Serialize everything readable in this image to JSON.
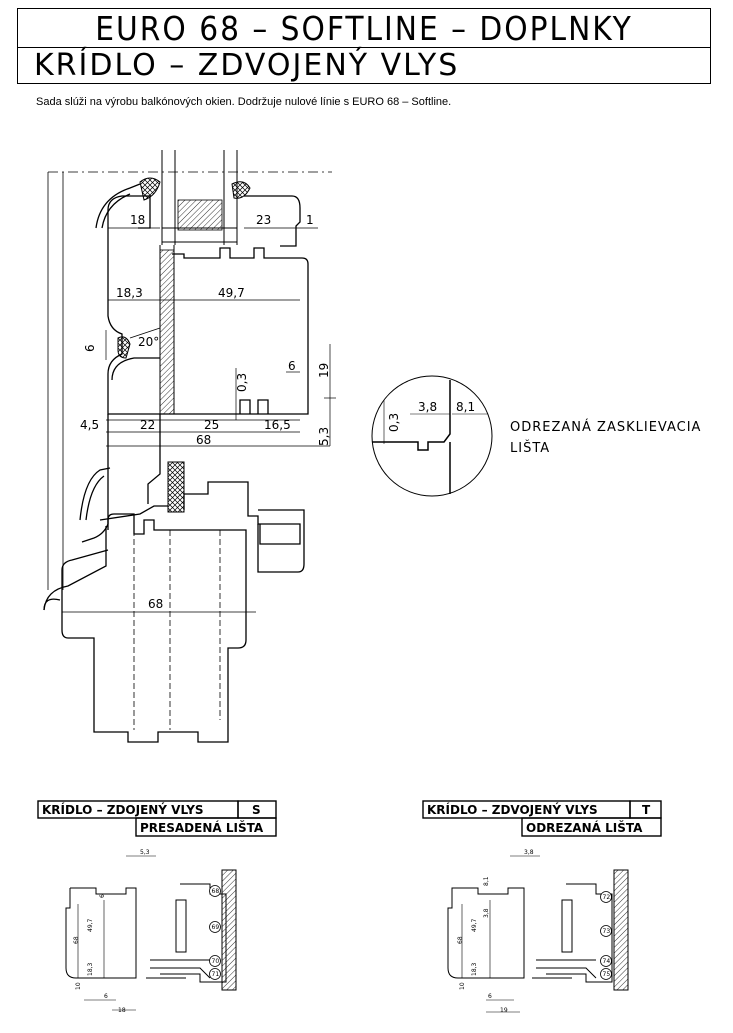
{
  "header": {
    "title": "EURO 68 – SOFTLINE – DOPLNKY",
    "subtitle": "KRÍDLO – ZDVOJENÝ VLYS"
  },
  "description": "Sada slúži na výrobu balkónových okien. Dodržuje nulové línie s EURO 68 – Softline.",
  "main_section": {
    "dimensions": {
      "d18": "18",
      "d23": "23",
      "d1": "1",
      "d18_3": "18,3",
      "d49_7": "49,7",
      "d6a": "6",
      "d20deg": "20°",
      "d0_3": "0,3",
      "d6b": "6",
      "d19": "19",
      "d4_5": "4,5",
      "d22": "22",
      "d25": "25",
      "d16_5": "16,5",
      "d5_3": "5,3",
      "d68a": "68",
      "d68b": "68"
    },
    "detail": {
      "d3_8": "3,8",
      "d8_1": "8,1",
      "d0_3": "0,3",
      "label_line1": "ODREZANÁ ZASKLIEVACIA",
      "label_line2": "LIŠTA"
    }
  },
  "set_s": {
    "title": "KRÍDLO – ZDOJENÝ VLYS",
    "code": "S",
    "subtitle": "PRESADENÁ LIŠTA",
    "dims": {
      "top": "5,3",
      "d68": "68",
      "d49_7": "49,7",
      "d18_3": "18,3",
      "d10": "10",
      "d6": "6",
      "d6b": "6",
      "d18": "18"
    },
    "tools": [
      "68",
      "69",
      "70",
      "71"
    ]
  },
  "set_t": {
    "title": "KRÍDLO – ZDVOJENÝ VLYS",
    "code": "T",
    "subtitle": "ODREZANÁ LIŠTA",
    "dims": {
      "top": "3,8",
      "d8_1": "8,1",
      "d3_8": "3,8",
      "d68": "68",
      "d49_7": "49,7",
      "d18_3": "18,3",
      "d10": "10",
      "d6": "6",
      "d19": "19"
    },
    "tools": [
      "72",
      "73",
      "74",
      "75"
    ]
  }
}
